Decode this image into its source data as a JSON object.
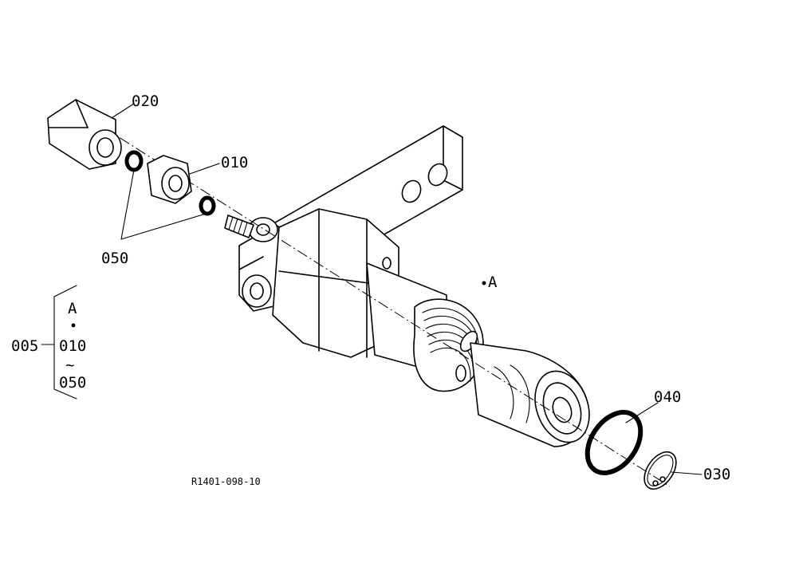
{
  "labels": {
    "part_020": "020",
    "part_010": "010",
    "part_050": "050",
    "part_040": "040",
    "part_030": "030",
    "point_a": "A"
  },
  "legend": {
    "assembly": "005",
    "point": "A",
    "range_start": "010",
    "range_sep": "~",
    "range_end": "050"
  },
  "drawing_ref": "R1401-098-10"
}
